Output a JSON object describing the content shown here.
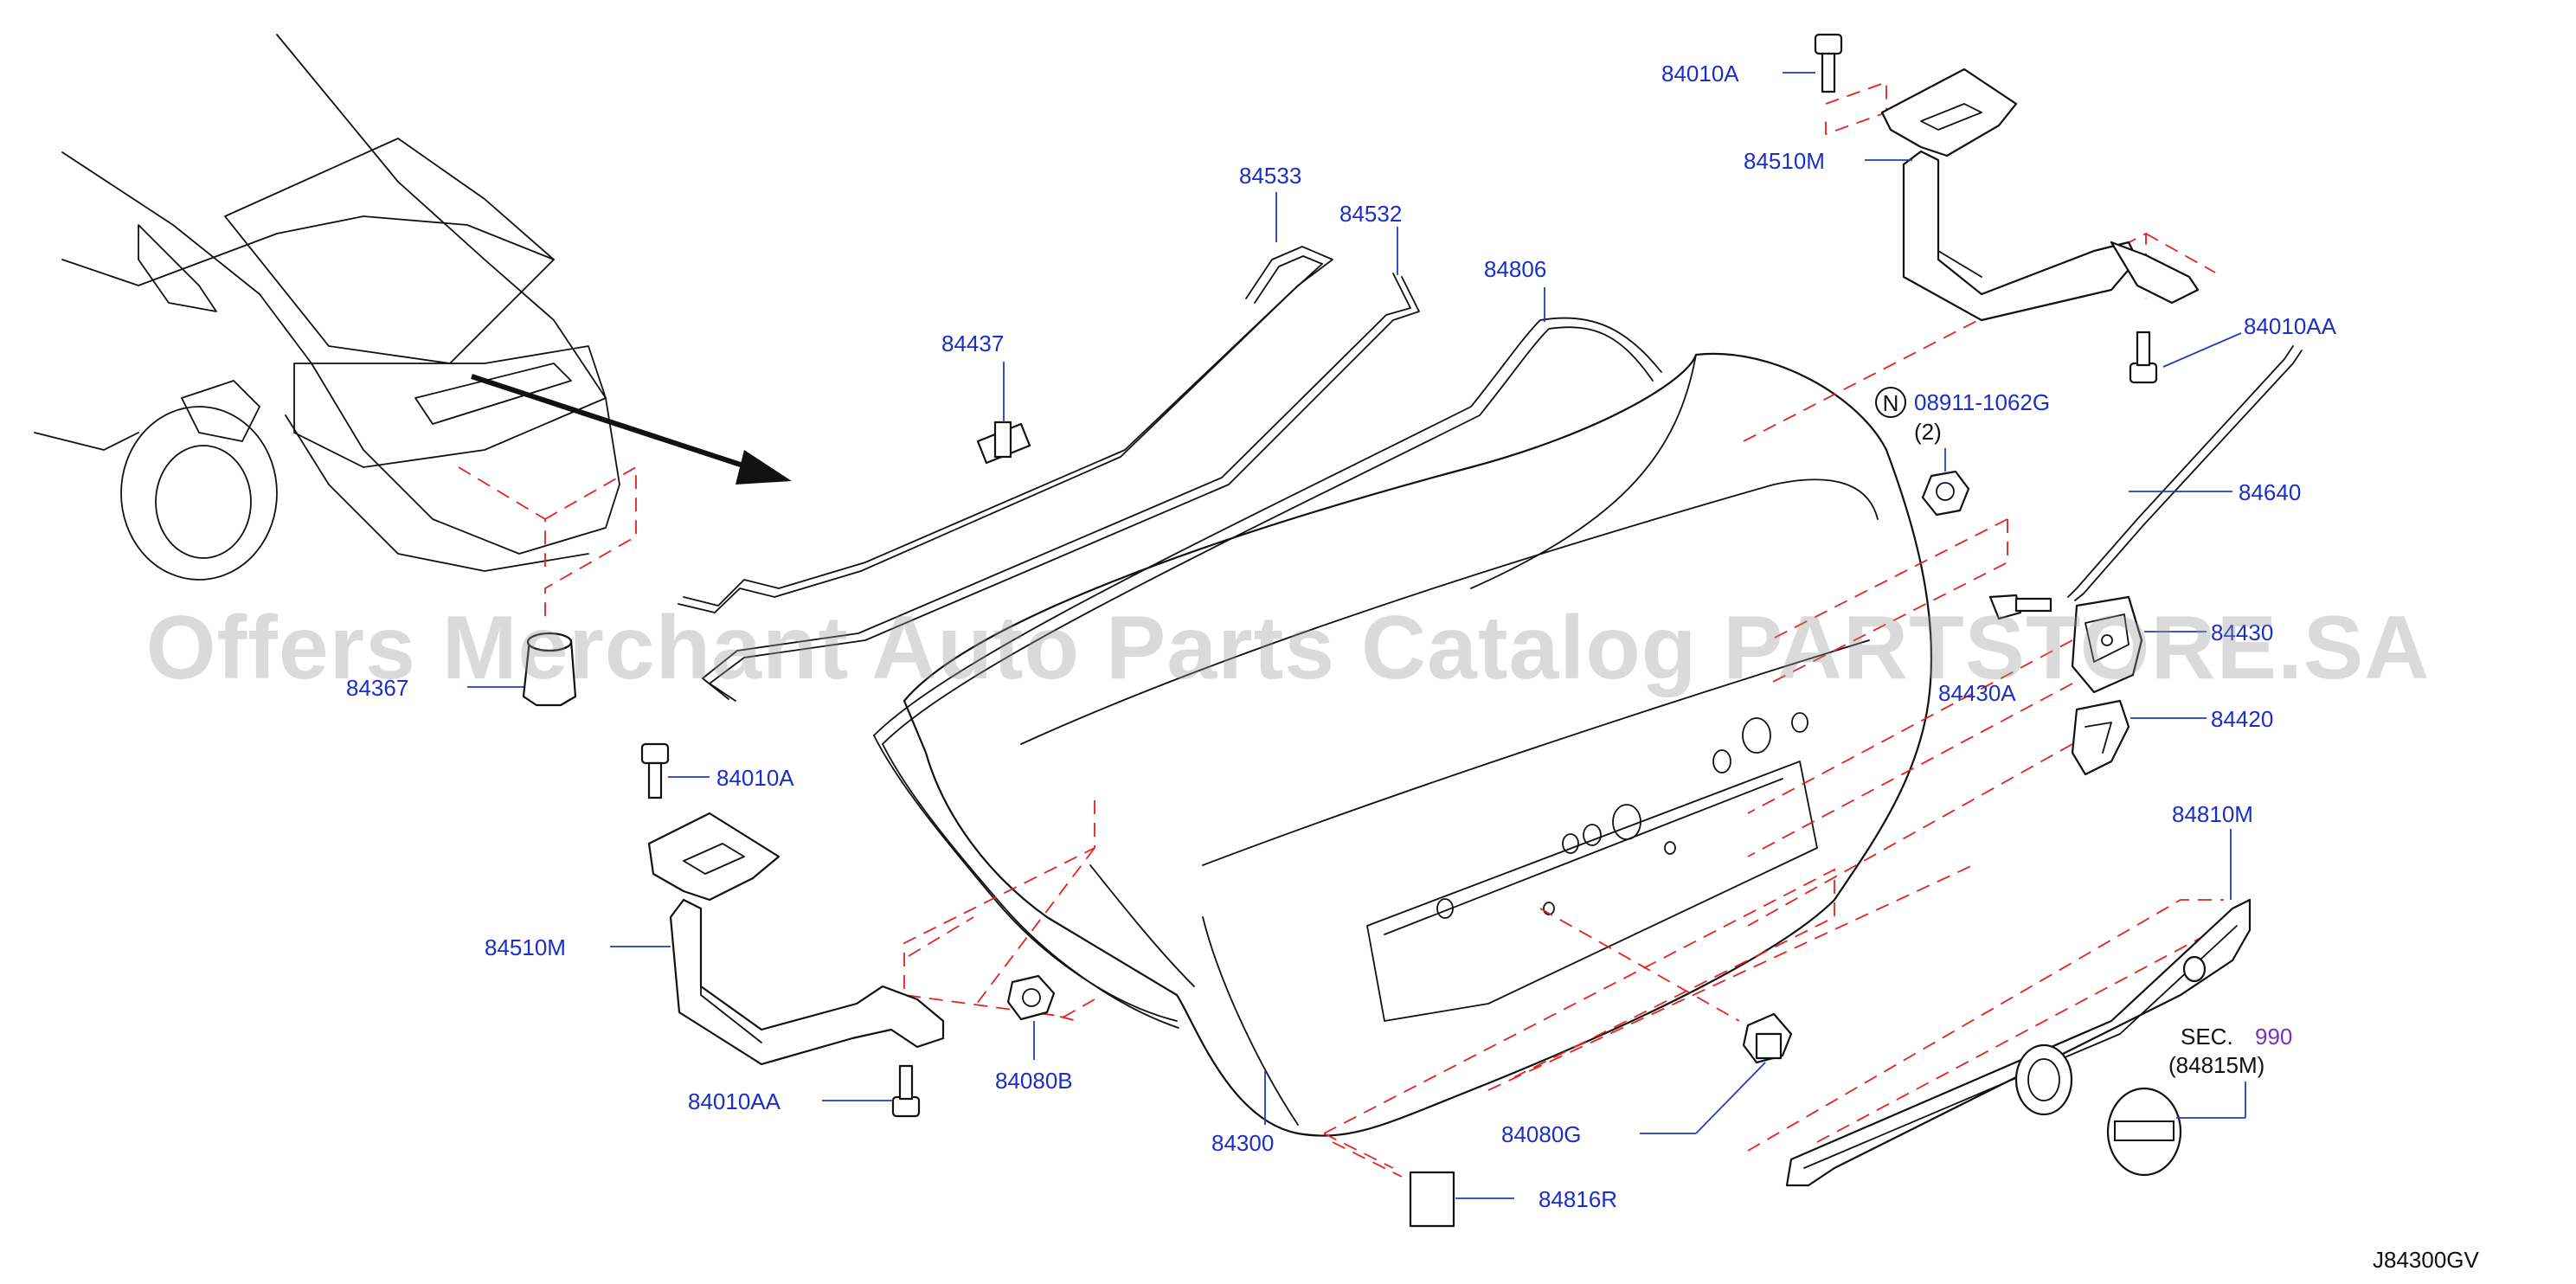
{
  "labels": {
    "p84010A_top": "84010A",
    "p84510M_right": "84510M",
    "p84010AA_right": "84010AA",
    "p84533": "84533",
    "p84532": "84532",
    "p84806": "84806",
    "p84437": "84437",
    "p08911": "08911-1062G",
    "p08911_qty": "(2)",
    "p08911_prefix": "N",
    "p84640": "84640",
    "p84430": "84430",
    "p84430A": "84430A",
    "p84420": "84420",
    "p84367": "84367",
    "p84010A_left": "84010A",
    "p84510M_left": "84510M",
    "p84010AA_left": "84010AA",
    "p84080B": "84080B",
    "p84300": "84300",
    "p84080G": "84080G",
    "p84816R": "84816R",
    "p84810M": "84810M",
    "sec_prefix": "SEC.",
    "sec_number": "990",
    "p84815M": "(84815M)",
    "diagram_code": "J84300GV"
  },
  "watermark": "Offers Merchant Auto Parts Catalog PARTSTORE.SA",
  "colors": {
    "label": "#1a2fc8",
    "dash": "#e8211d",
    "sec_number": "#7b2fc8",
    "line": "#111111"
  }
}
